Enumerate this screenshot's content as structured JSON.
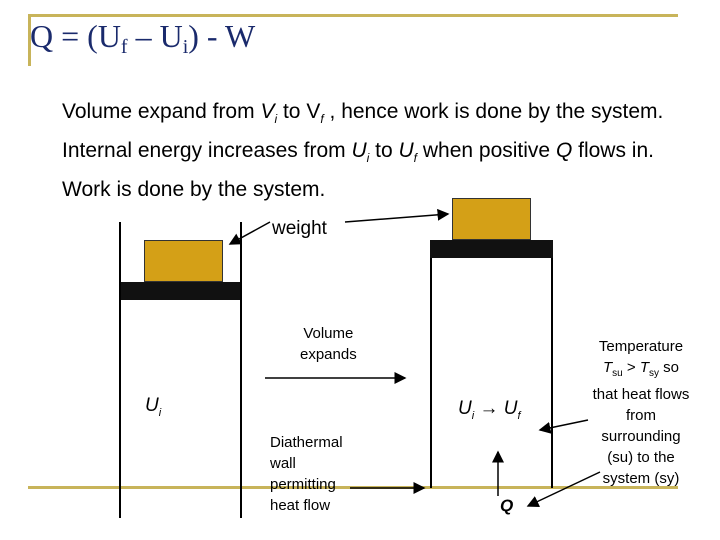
{
  "title": {
    "q": "Q = (U",
    "f": "f",
    "mid": " – U",
    "i": "i",
    "end": ") - W"
  },
  "description": {
    "p1": "Volume expand from ",
    "vi_v": "V",
    "vi_sub": "i",
    "p2": " to V",
    "vf_sub": "f",
    "p3": " , hence work is done by the system. Internal energy increases from ",
    "ui_u": "U",
    "ui_sub": "i",
    "p4": " to ",
    "uf_u": "U",
    "uf_sub": "f",
    "p5": " when positive ",
    "q": "Q",
    "p6": " flows in. Work is done by the system."
  },
  "labels": {
    "weight": "weight",
    "volume_expands_1": "Volume",
    "volume_expands_2": "expands",
    "ui": "U",
    "ui_sub": "i",
    "ui_to_uf_u1": "U",
    "ui_to_uf_s1": "i",
    "ui_to_uf_arrow": "→",
    "ui_to_uf_u2": "U",
    "ui_to_uf_s2": "f",
    "diathermal": [
      "Diathermal",
      "wall",
      "permitting",
      "heat flow"
    ],
    "q": "Q",
    "temp_1": "Temperature",
    "temp_2_t1": "T",
    "temp_2_s1": "su",
    "temp_2_mid": " > ",
    "temp_2_t2": "T",
    "temp_2_s2": "sy",
    "temp_2_end": " so",
    "temp_3": "that heat flows",
    "temp_4": "from",
    "temp_5": "surrounding",
    "temp_6": "(su) to the",
    "temp_7": "system (sy)"
  },
  "colors": {
    "title": "#1a2a6c",
    "accent_bar": "#c8b45a",
    "weight": "#d4a017"
  }
}
